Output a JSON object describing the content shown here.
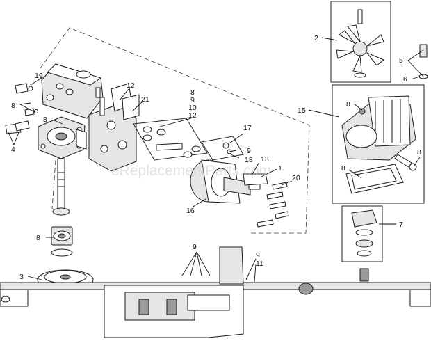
{
  "watermark": "eReplacementParts.com",
  "callouts": {
    "c1": "1",
    "c2": "2",
    "c3": "3",
    "c4": "4",
    "c5": "5",
    "c6": "6",
    "c7": "7",
    "c8_a": "8",
    "c8_b": "8",
    "c8_c": "8",
    "c8_d": "8",
    "c8_e": "8",
    "c8_f": "8",
    "c8_g": "8",
    "c9_a": "9",
    "c9_b": "9",
    "c9_c": "9",
    "c10": "10",
    "c11": "11",
    "c12_a": "12",
    "c12_b": "12",
    "c13": "13",
    "c15": "15",
    "c16": "16",
    "c17": "17",
    "c18": "18",
    "c19": "19",
    "c20": "20",
    "c21": "21"
  }
}
